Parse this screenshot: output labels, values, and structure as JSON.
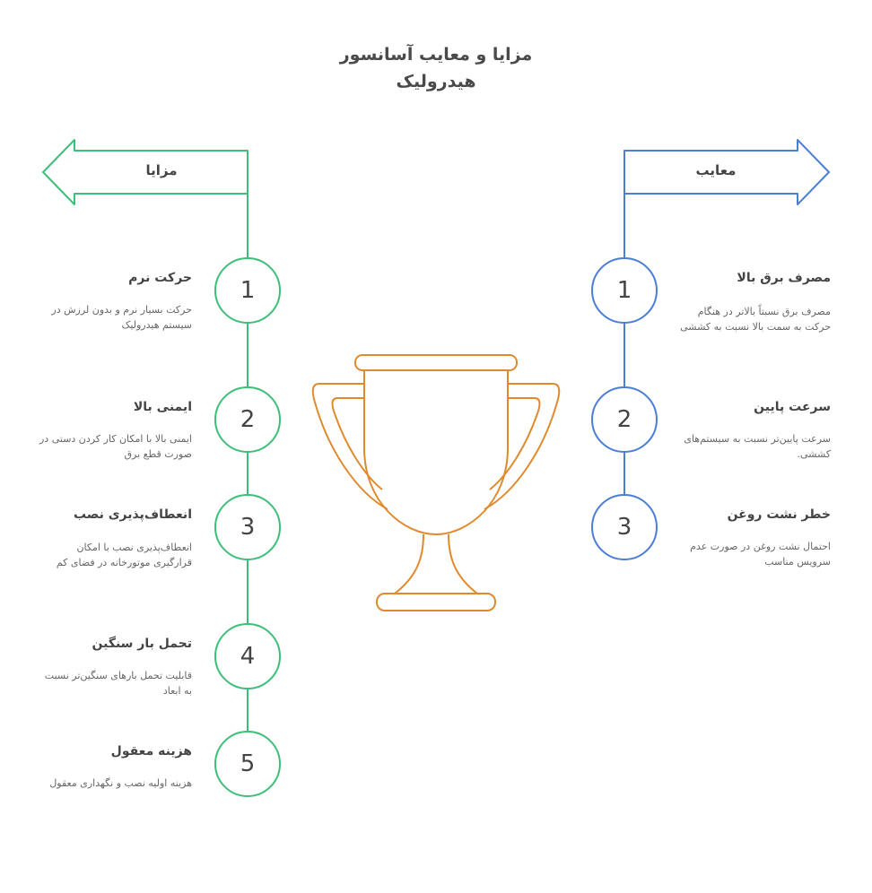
{
  "title_lines": [
    "مزایا و معایب آسانسور",
    "هیدرولیک"
  ],
  "colors": {
    "advantages": "#3dbf7a",
    "disadvantages": "#4a7fd4",
    "trophy": "#e08a2e"
  },
  "advantages": {
    "label": "مزایا",
    "items": [
      {
        "num": "1",
        "title": "حرکت نرم",
        "desc": "حرکت بسیار نرم و بدون لرزش در سیستم هیدرولیک"
      },
      {
        "num": "2",
        "title": "ایمنی بالا",
        "desc": "ایمنی بالا با امکان کار کردن دستی در صورت قطع برق"
      },
      {
        "num": "3",
        "title": "انعطاف‌پذیری نصب",
        "desc": "انعطاف‌پذیری نصب با امکان قرارگیری موتورخانه در فضای کم"
      },
      {
        "num": "4",
        "title": "تحمل بار سنگین",
        "desc": "قابلیت تحمل بارهای سنگین‌تر نسبت به ابعاد"
      },
      {
        "num": "5",
        "title": "هزینه معقول",
        "desc": "هزینه اولیه نصب و نگهداری معقول"
      }
    ]
  },
  "disadvantages": {
    "label": "معایب",
    "items": [
      {
        "num": "1",
        "title": "مصرف برق بالا",
        "desc": "مصرف برق نسبتاً بالاتر در هنگام حرکت به سمت بالا نسبت به کششی"
      },
      {
        "num": "2",
        "title": "سرعت پایین",
        "desc": "سرعت پایین‌تر نسبت به سیستم‌های کششی."
      },
      {
        "num": "3",
        "title": "خطر نشت روغن",
        "desc": "احتمال نشت روغن در صورت عدم سرویس مناسب"
      }
    ]
  }
}
